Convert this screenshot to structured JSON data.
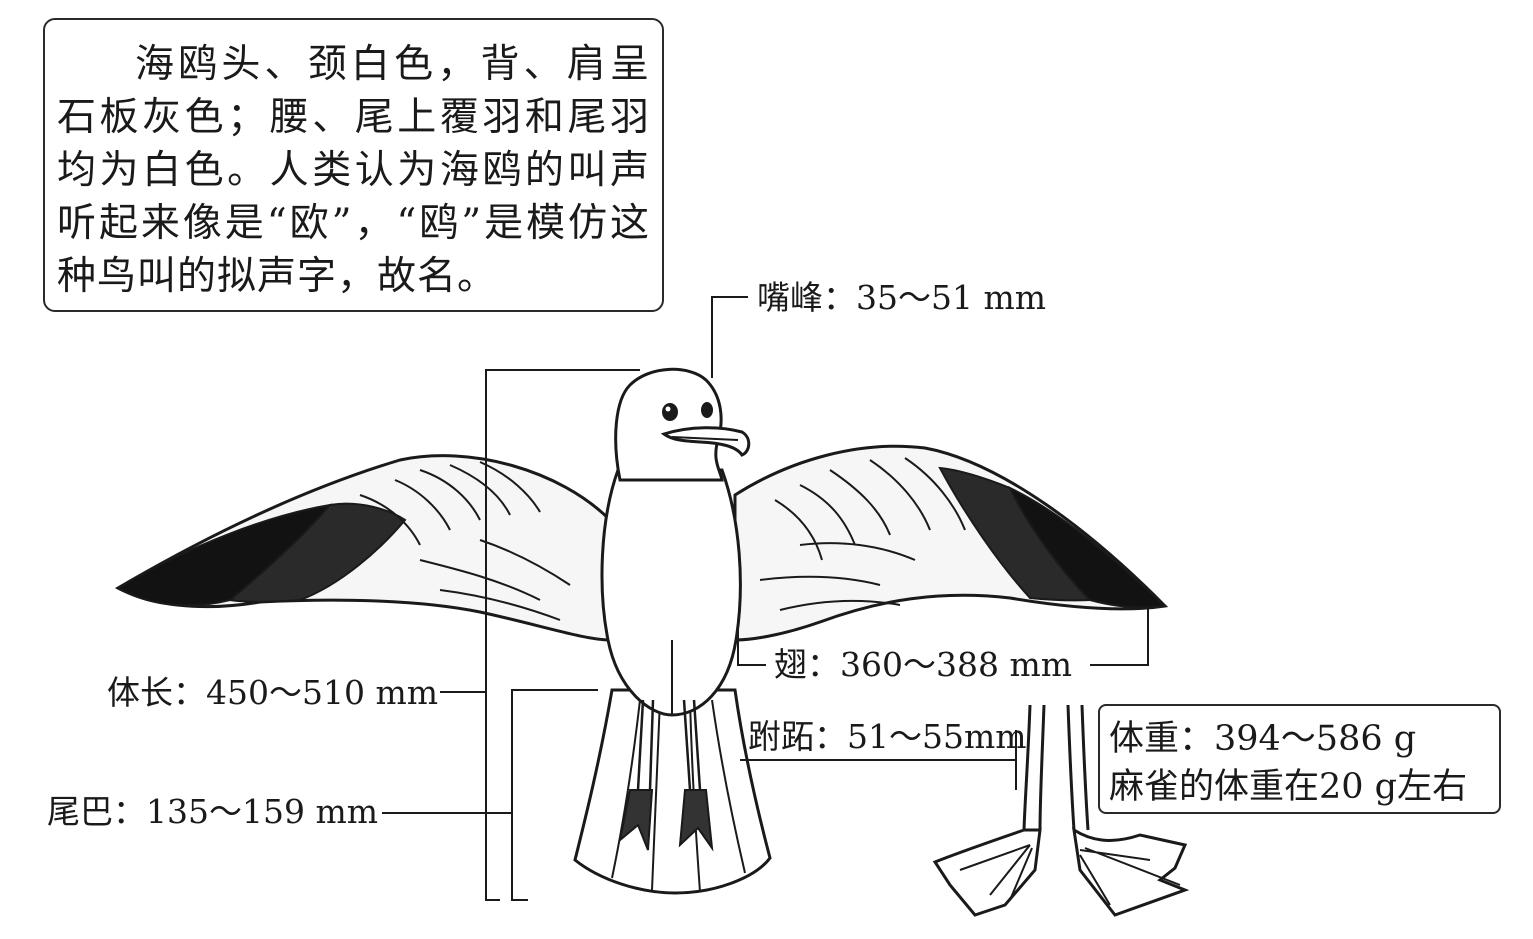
{
  "intro": {
    "text": "海鸥头、颈白色，背、肩呈石板灰色；腰、尾上覆羽和尾羽均为白色。人类认为海鸥的叫声听起来像是“欧”，“鸥”是模仿这种鸟叫的拟声字，故名。"
  },
  "measurements": {
    "beak": "嘴峰：35～51 mm",
    "wing": "翅：360～388 mm",
    "body_length": "体长：450～510 mm",
    "tarsus": "跗跖：51～55mm",
    "tail": "尾巴：135～159 mm"
  },
  "weight": {
    "line1": "体重：394～586 g",
    "line2": "麻雀的体重在20 g左右"
  },
  "colors": {
    "ink": "#1a1a1a",
    "wing_tip": "#111111",
    "wing_gray": "#f4f4f4",
    "background": "#ffffff"
  }
}
